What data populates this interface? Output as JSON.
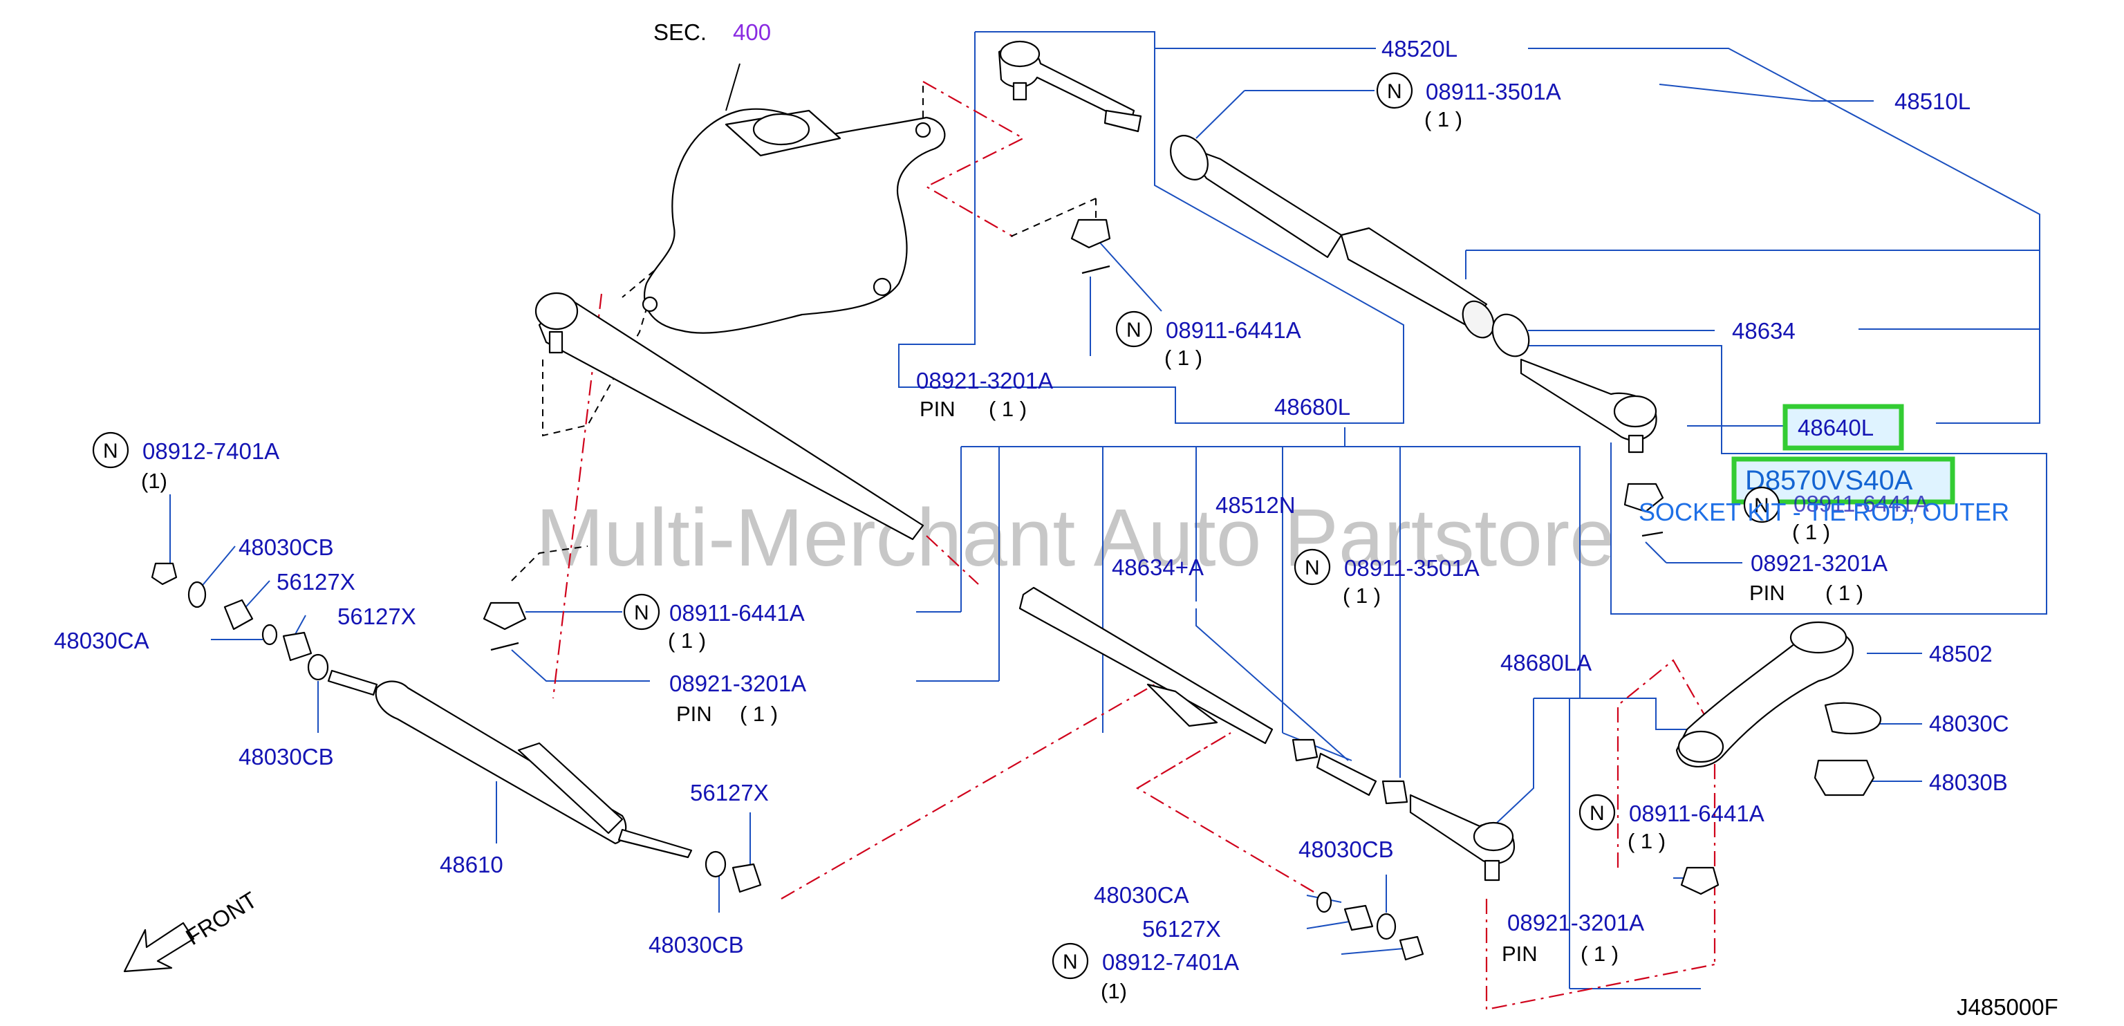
{
  "watermark": "Multi-Merchant Auto Partstore",
  "diagram_id": "J485000F",
  "direction_label": "FRONT",
  "section": {
    "prefix": "SEC.",
    "number": "400"
  },
  "n_marker": "N",
  "highlight": {
    "part_number": "48640L",
    "kit_code": "D8570VS40A",
    "kit_description": "SOCKET KIT - TIE ROD, OUTER"
  },
  "labels": {
    "p48520L": "48520L",
    "p48510L": "48510L",
    "p48634": "48634",
    "p48680L": "48680L",
    "p48512N": "48512N",
    "p48634A": "48634+A",
    "p48502": "48502",
    "p48030C": "48030C",
    "p48030B": "48030B",
    "p48680LA": "48680LA",
    "p48610": "48610",
    "p48030CB_a": "48030CB",
    "p56127X_a": "56127X",
    "p56127X_b": "56127X",
    "p48030CA_a": "48030CA",
    "p48030CB_b": "48030CB",
    "p56127X_c": "56127X",
    "p48030CB_c": "48030CB",
    "p48030CB_d": "48030CB",
    "p48030CA_b": "48030CA",
    "p56127X_d": "56127X",
    "n08911_3501A_top": "08911-3501A",
    "n08911_6441A_mid": "08911-6441A",
    "p08921_3201A_topbox": "08921-3201A",
    "n08912_7401A_left": "08912-7401A",
    "n08911_6441A_right": "08911-6441A",
    "p08921_3201A_right": "08921-3201A",
    "n08911_6441A_left": "08911-6441A",
    "p08921_3201A_left": "08921-3201A",
    "n08911_3501A_center": "08911-3501A",
    "n08911_6441A_lower": "08911-6441A",
    "p08921_3201A_lower": "08921-3201A",
    "n08912_7401A_bottom": "08912-7401A"
  },
  "qty": {
    "one": "( 1 )",
    "one_tight": "(1)",
    "pin": "PIN"
  }
}
